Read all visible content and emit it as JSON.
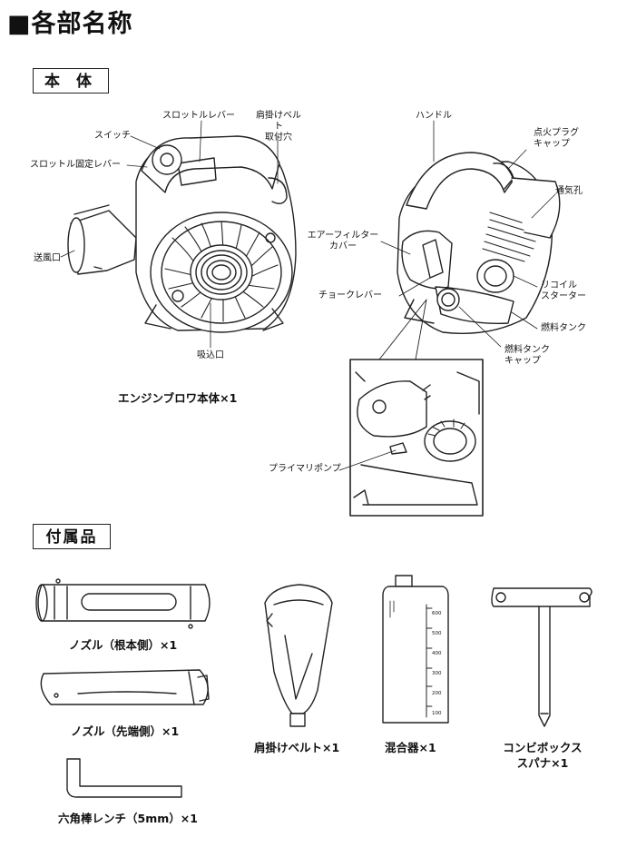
{
  "title": "■各部名称",
  "sections": {
    "main_body": "本 体",
    "accessories": "付属品"
  },
  "labels_left": {
    "throttle_lever": "スロットルレバー",
    "shoulder_belt_mount": "肩掛けベルト\n取付穴",
    "switch": "スイッチ",
    "throttle_lock_lever": "スロットル固定レバー",
    "blower_outlet": "送風口",
    "intake": "吸込口"
  },
  "labels_right": {
    "handle": "ハンドル",
    "spark_plug_cap": "点火プラグ\nキャップ",
    "vent": "通気孔",
    "air_filter_cover": "エアーフィルター\nカバー",
    "choke_lever": "チョークレバー",
    "recoil_starter": "リコイル\nスターター",
    "fuel_tank": "燃料タンク",
    "fuel_tank_cap": "燃料タンク\nキャップ",
    "primer_pump": "プライマリポンプ"
  },
  "captions": {
    "engine_blower": "エンジンブロワ本体×1",
    "nozzle_base": "ノズル（根本側）×1",
    "nozzle_tip": "ノズル（先端側）×1",
    "hex_wrench": "六角棒レンチ（5mm）×1",
    "shoulder_belt": "肩掛けベルト×1",
    "mixer": "混合器×1",
    "combo_box_wrench": "コンビボックス\nスパナ×1"
  },
  "mixer_scale": [
    "600",
    "500",
    "400",
    "300",
    "200",
    "100"
  ]
}
